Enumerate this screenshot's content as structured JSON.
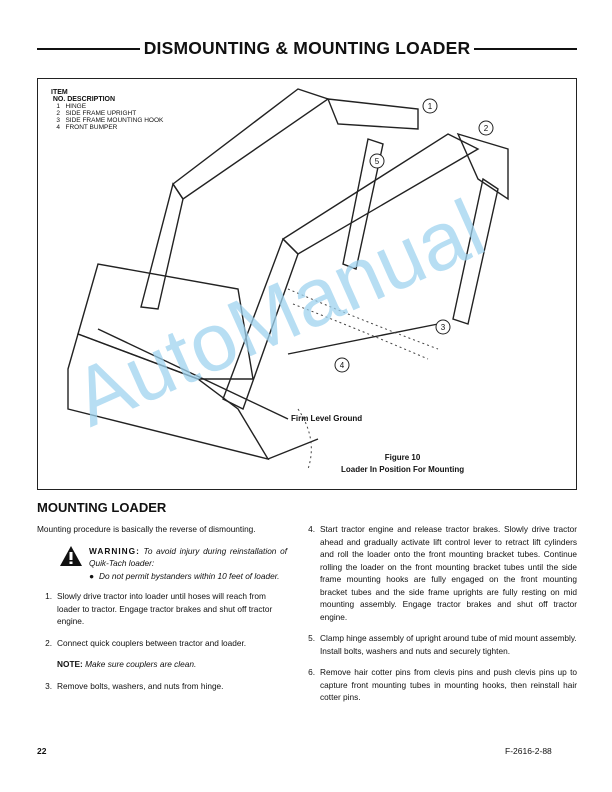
{
  "title": "DISMOUNTING & MOUNTING LOADER",
  "figure": {
    "legend_header1": "ITEM",
    "legend_header2": "NO. DESCRIPTION",
    "items": [
      {
        "no": "1",
        "desc": "HINGE"
      },
      {
        "no": "2",
        "desc": "SIDE FRAME UPRIGHT"
      },
      {
        "no": "3",
        "desc": "SIDE FRAME MOUNTING HOOK"
      },
      {
        "no": "4",
        "desc": "FRONT BUMPER"
      }
    ],
    "callouts": [
      "1",
      "2",
      "3",
      "4",
      "5"
    ],
    "ground_label": "Firm Level Ground",
    "caption_number": "Figure 10",
    "caption_text": "Loader In Position For Mounting"
  },
  "watermark": "AutoManual",
  "section_title": "MOUNTING LOADER",
  "intro": "Mounting procedure is basically the reverse of dismounting.",
  "warning": {
    "label": "WARNING:",
    "text": "To avoid injury during reinstallation of Quik-Tach loader:",
    "bullet": "Do not permit bystanders within 10 feet of loader."
  },
  "steps": [
    {
      "n": "1.",
      "text": "Slowly drive tractor into loader until hoses will reach from loader to tractor. Engage tractor brakes and shut off tractor engine."
    },
    {
      "n": "2.",
      "text": "Connect quick couplers between tractor and loader."
    },
    {
      "n": "3.",
      "text": "Remove bolts, washers, and nuts from hinge."
    },
    {
      "n": "4.",
      "text": "Start tractor engine and release tractor brakes. Slowly drive tractor ahead and gradually activate lift control lever to retract lift cylinders and roll the loader onto the front mounting bracket tubes. Continue rolling the loader on the front mounting bracket tubes until the side frame mounting hooks are fully engaged on the front mounting bracket tubes and the side frame uprights are fully resting on mid mounting assembly. Engage tractor brakes and shut off tractor engine."
    },
    {
      "n": "5.",
      "text": "Clamp hinge assembly of upright around tube of mid mount assembly. Install bolts, washers and nuts and securely tighten."
    },
    {
      "n": "6.",
      "text": "Remove hair cotter pins from clevis pins and push clevis pins up to capture front mounting tubes in mounting hooks, then reinstall hair cotter pins."
    }
  ],
  "note": {
    "label": "NOTE:",
    "text": "Make sure couplers are clean."
  },
  "page_number": "22",
  "doc_code": "F-2616-2-88"
}
